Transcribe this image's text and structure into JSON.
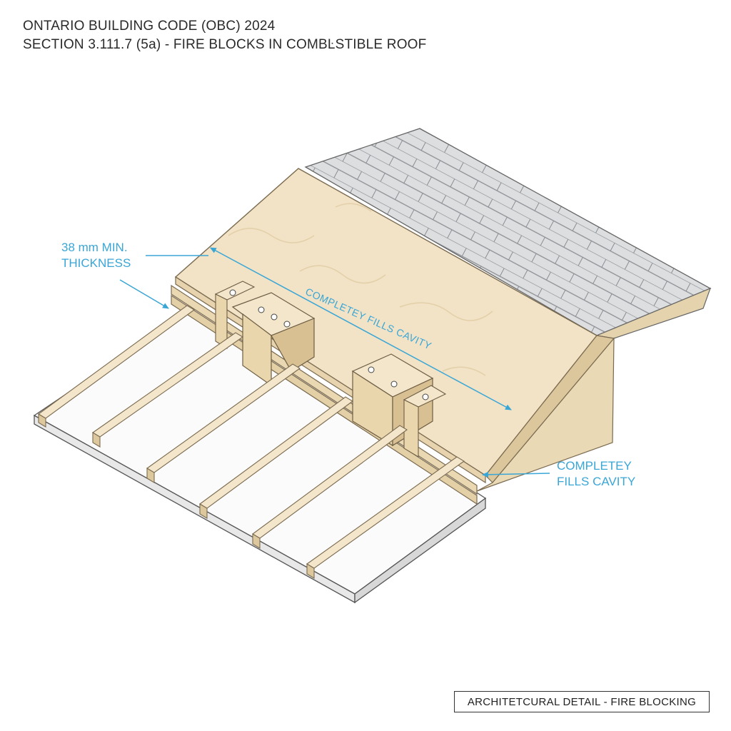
{
  "header": {
    "title_line1": "ONTARIO BUILDING CODE (OBC) 2024",
    "title_line2": "SECTION 3.111.7 (5a) - FIRE BLOCKS IN COMBĿSTIBLE ROOF"
  },
  "callouts": {
    "thickness": [
      "38 mm MIN.",
      "THICKNESS"
    ],
    "diagonal": "COMPLETEY FILLS CAVITY",
    "fills_cavity": [
      "COMPLETEY",
      "FILLS CAVITY"
    ]
  },
  "caption": "ARCHITETCURAL DETAIL - FIRE BLOCKING",
  "colors": {
    "annotation": "#3aa6d6",
    "plywood": "#f2e3c6",
    "lumber": "#ecd9b1",
    "shingle": "#d9dbdd",
    "drywall": "#fbfbfb"
  }
}
